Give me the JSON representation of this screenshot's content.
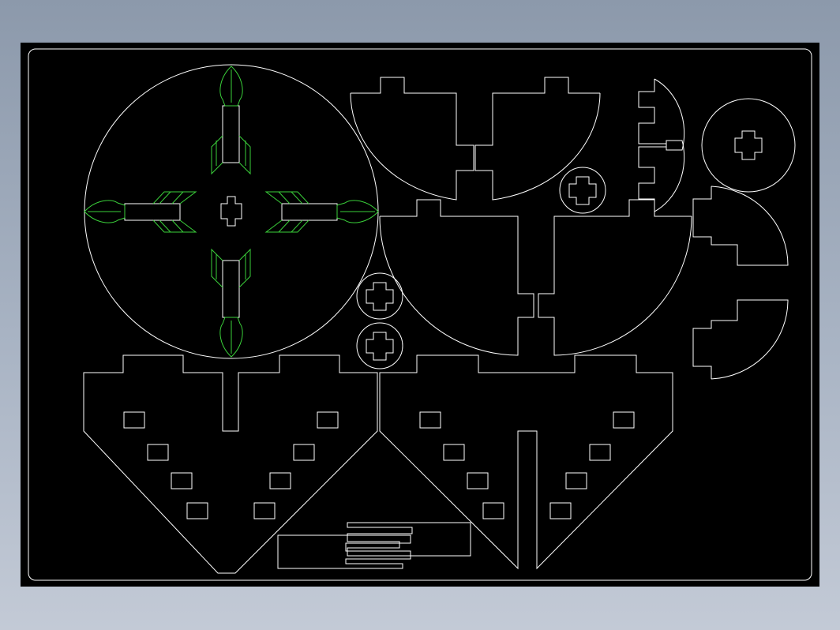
{
  "canvas": {
    "background": "#000000",
    "line_color": "#ffffff",
    "accent_color": "#3ad03a",
    "surround_color": "#97a3b4"
  },
  "parts": [
    "large-disc-with-arrows",
    "half-disc-upper",
    "half-disc-lower",
    "quarter-disc-small-upper",
    "quarter-disc-small-lower",
    "round-hub",
    "cross-key-washer",
    "wing-plate-left",
    "wing-plate-right",
    "serpentine-spring-strip"
  ]
}
